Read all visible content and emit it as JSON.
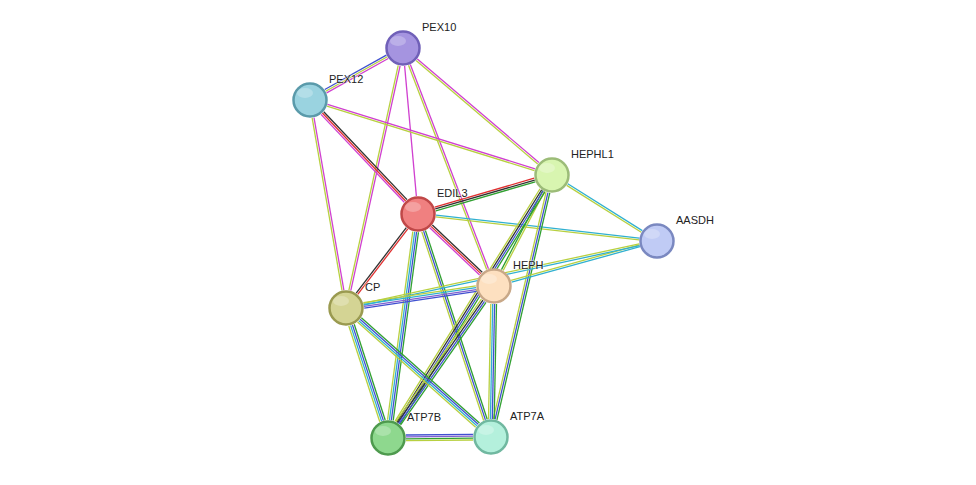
{
  "diagram": {
    "nodes": [
      {
        "text": [
          "PEX10"
        ]
      },
      {
        "text": [
          "PEX12"
        ]
      },
      {
        "text": [
          "HEPHL1"
        ]
      },
      {
        "text": [
          "EDIL3"
        ]
      },
      {
        "text": [
          "AASDH"
        ]
      },
      {
        "text": [
          "HEPH"
        ]
      },
      {
        "text": [
          "CP"
        ]
      },
      {
        "text": [
          "ATP7B"
        ]
      },
      {
        "text": [
          "ATP7A"
        ]
      }
    ],
    "edges": [
      {
        "from": 0,
        "to": 1,
        "arrow": "none"
      },
      {
        "from": 0,
        "to": 3,
        "arrow": "none"
      },
      {
        "from": 0,
        "to": 2,
        "arrow": "none"
      },
      {
        "from": 0,
        "to": 5,
        "arrow": "none"
      },
      {
        "from": 0,
        "to": 6,
        "arrow": "none"
      },
      {
        "from": 1,
        "to": 3,
        "arrow": "none"
      },
      {
        "from": 1,
        "to": 2,
        "arrow": "none"
      },
      {
        "from": 1,
        "to": 6,
        "arrow": "none"
      },
      {
        "from": 3,
        "to": 2,
        "arrow": "none"
      },
      {
        "from": 3,
        "to": 4,
        "arrow": "none"
      },
      {
        "from": 3,
        "to": 5,
        "arrow": "none"
      },
      {
        "from": 3,
        "to": 6,
        "arrow": "none"
      },
      {
        "from": 3,
        "to": 7,
        "arrow": "none"
      },
      {
        "from": 3,
        "to": 8,
        "arrow": "none"
      },
      {
        "from": 2,
        "to": 4,
        "arrow": "none"
      },
      {
        "from": 2,
        "to": 5,
        "arrow": "none"
      },
      {
        "from": 2,
        "to": 7,
        "arrow": "none"
      },
      {
        "from": 2,
        "to": 8,
        "arrow": "none"
      },
      {
        "from": 4,
        "to": 5,
        "arrow": "none"
      },
      {
        "from": 4,
        "to": 6,
        "arrow": "none"
      },
      {
        "from": 5,
        "to": 6,
        "arrow": "none"
      },
      {
        "from": 5,
        "to": 7,
        "arrow": "none"
      },
      {
        "from": 5,
        "to": 8,
        "arrow": "none"
      },
      {
        "from": 6,
        "to": 7,
        "arrow": "none"
      },
      {
        "from": 6,
        "to": 8,
        "arrow": "none"
      },
      {
        "from": 7,
        "to": 8,
        "arrow": "none"
      }
    ]
  }
}
